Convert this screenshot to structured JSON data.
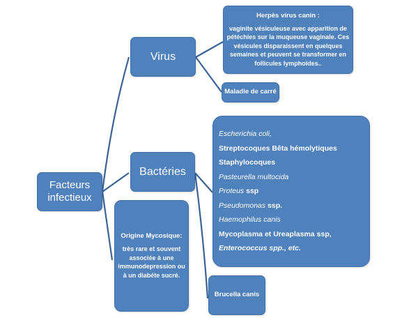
{
  "root": {
    "label": "Facteurs infectieux"
  },
  "virus": {
    "label": "Virus",
    "herpes": {
      "title": "Herpès virus canin :",
      "text": "vaginite vésiculeuse avec apparition de pétéchies sur la muqueuse vaginale. Ces vésicules disparaissent en quelques semaines et peuvent se transformer en follicules lymphoïdes.."
    },
    "carre": "Maladie de carré"
  },
  "bacteries": {
    "label": "Bactéries",
    "items": [
      {
        "text": "Escherichia coli,",
        "italic": true
      },
      {
        "text": "Streptocoques Bêta hémolytiques",
        "italic": false
      },
      {
        "text": "Staphylocoques",
        "italic": false
      },
      {
        "text": "Pasteurella multocida",
        "italic": true
      },
      {
        "text": "Proteus",
        "italic": true,
        "suffix": " ssp"
      },
      {
        "text": "Pseudomonas",
        "italic": true,
        "suffix": " ssp."
      },
      {
        "text": "Haemophilus canis",
        "italic": true
      },
      {
        "text": "Mycoplasma et Ureaplasma ssp,",
        "italic": false
      },
      {
        "text": "Enterococcus spp., etc.",
        "italic": true
      }
    ],
    "brucella": "Brucella canis"
  },
  "mycose": {
    "title": "Origine Mycosique:",
    "text": "très rare et souvent associée à une immunodepression ou à un diabéte  sucré."
  },
  "colors": {
    "box": "#4f81bd",
    "line": "#3a6496"
  }
}
